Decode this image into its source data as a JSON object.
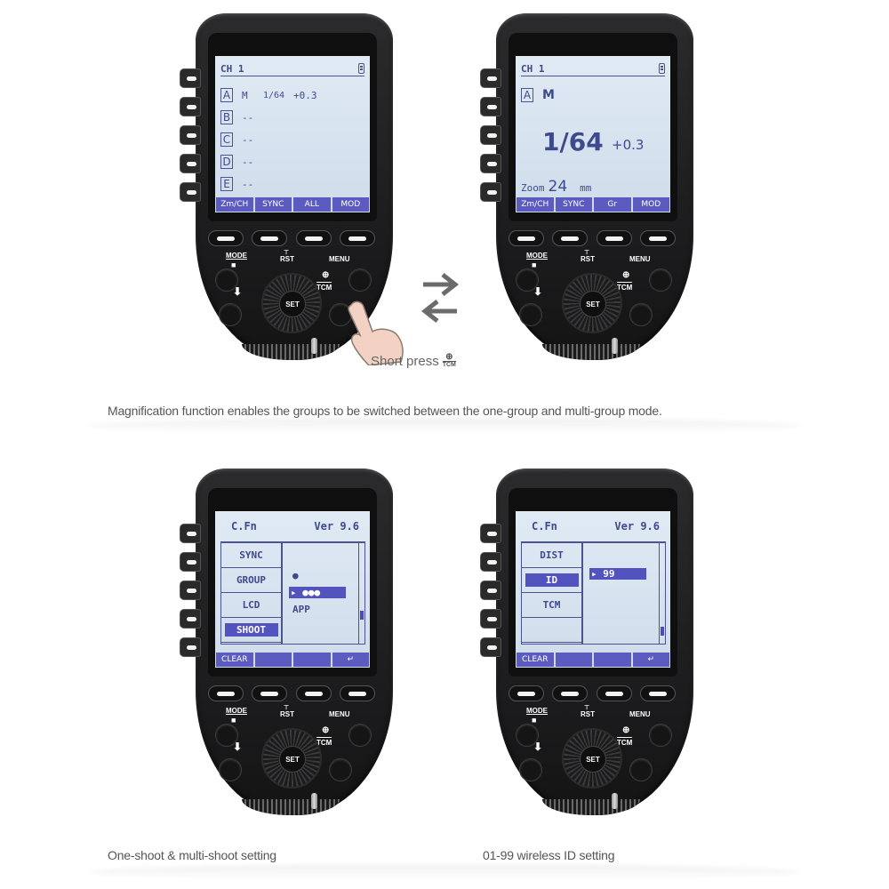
{
  "colors": {
    "lcd_background": "#d6e2ee",
    "lcd_text": "#3e4a8c",
    "softkey_bg": "#5c5cc0",
    "device_body": "#1d1d1f",
    "caption_text": "#555555"
  },
  "devices": [
    {
      "id": "top-left",
      "screen": {
        "type": "multi-group",
        "channel": "CH 1",
        "groups": [
          {
            "letter": "A",
            "mode": "M",
            "power": "1/64",
            "comp": "+0.3"
          },
          {
            "letter": "B",
            "mode": "--",
            "power": "",
            "comp": ""
          },
          {
            "letter": "C",
            "mode": "--",
            "power": "",
            "comp": ""
          },
          {
            "letter": "D",
            "mode": "--",
            "power": "",
            "comp": ""
          },
          {
            "letter": "E",
            "mode": "--",
            "power": "",
            "comp": ""
          }
        ],
        "softkeys": [
          "Zm/CH",
          "SYNC",
          "ALL",
          "MOD"
        ]
      }
    },
    {
      "id": "top-right",
      "screen": {
        "type": "one-group",
        "channel": "CH 1",
        "group_letter": "A",
        "mode": "M",
        "power": "1/64",
        "comp": "+0.3",
        "zoom_label": "Zoom",
        "zoom_value": "24",
        "zoom_unit": "mm",
        "softkeys": [
          "Zm/CH",
          "SYNC",
          "Gr",
          "MOD"
        ]
      }
    },
    {
      "id": "bottom-left",
      "screen": {
        "type": "cfn",
        "title": "C.Fn",
        "version": "Ver 9.6",
        "menu": [
          "SYNC",
          "GROUP",
          "LCD",
          "SHOOT"
        ],
        "selected_menu": "SHOOT",
        "options": [
          "single-person-icon",
          "multi-person-icon",
          "APP"
        ],
        "selected_option": "multi-person-icon",
        "softkeys": [
          "CLEAR",
          "",
          "",
          "return-icon"
        ]
      }
    },
    {
      "id": "bottom-right",
      "screen": {
        "type": "cfn",
        "title": "C.Fn",
        "version": "Ver 9.6",
        "menu": [
          "DIST",
          "ID",
          "TCM",
          ""
        ],
        "selected_menu": "ID",
        "options": [
          "99"
        ],
        "selected_option": "99",
        "softkeys": [
          "CLEAR",
          "",
          "",
          "return-icon"
        ]
      }
    }
  ],
  "controls": {
    "mode_label": "MODE",
    "rst_label": "RST",
    "menu_label": "MENU",
    "tcm_label": "TCM",
    "set_label": "SET",
    "flash_icon": "flash-icon",
    "lock_icon": "lock-icon",
    "magnify_icon": "magnify-plus-icon"
  },
  "annotations": {
    "short_press": "Short press",
    "short_press_button": "TCM",
    "swap_arrows_icon": "swap-arrows-icon"
  },
  "captions": {
    "top": "Magnification function enables the groups to be switched between the one-group and multi-group mode.",
    "bottom_left": "One-shoot & multi-shoot setting",
    "bottom_right": "01-99 wireless ID setting"
  }
}
